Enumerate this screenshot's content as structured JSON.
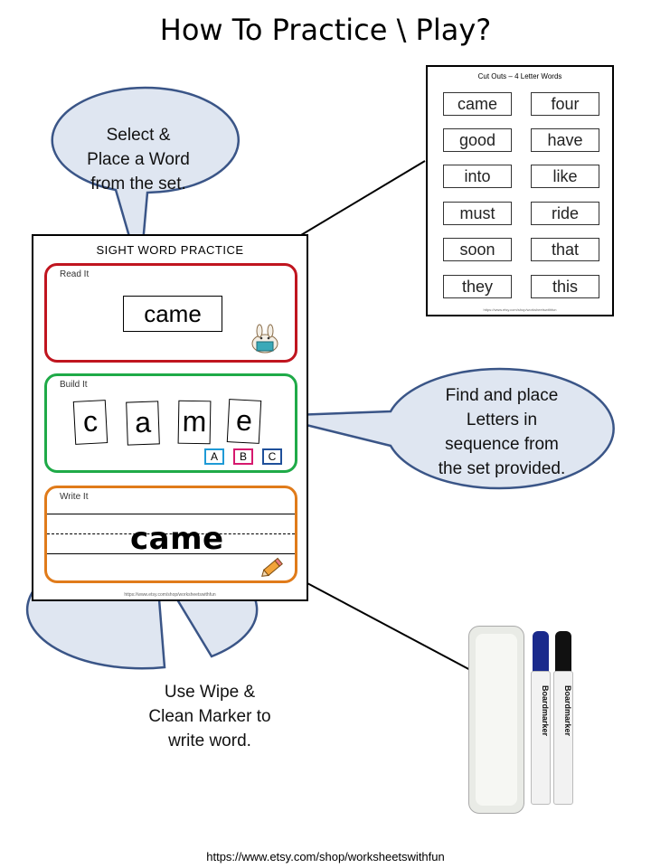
{
  "title": "How To Practice \\ Play?",
  "footer_url": "https://www.etsy.com/shop/worksheetswithfun",
  "cutout_sheet": {
    "title": "Cut Outs – 4 Letter Words",
    "words": [
      "came",
      "four",
      "good",
      "have",
      "into",
      "like",
      "must",
      "ride",
      "soon",
      "that",
      "they",
      "this"
    ],
    "url": "https://www.etsy.com/shop/worksheetswithfun"
  },
  "worksheet": {
    "title": "SIGHT WORD PRACTICE",
    "read": {
      "label": "Read It",
      "word": "came"
    },
    "build": {
      "label": "Build It",
      "letters": [
        "c",
        "a",
        "m",
        "e"
      ],
      "abc": [
        {
          "text": "A",
          "color": "#1f9ad6"
        },
        {
          "text": "B",
          "color": "#d6196e"
        },
        {
          "text": "C",
          "color": "#1f4f9a"
        }
      ]
    },
    "write": {
      "label": "Write It",
      "word": "came"
    },
    "url": "https://www.etsy.com/shop/worksheetswithfun"
  },
  "bubbles": {
    "select": [
      "Select &",
      "Place a Word",
      "from the set."
    ],
    "find": [
      "Find and place",
      "Letters in",
      "sequence from",
      "the set provided."
    ],
    "wipe": [
      "Use Wipe &",
      "Clean Marker to",
      "write word."
    ]
  },
  "markers": {
    "brand": "Boardmarker",
    "colors": [
      "#1a2a8c",
      "#111111"
    ]
  },
  "colors": {
    "bubble_fill": "#dfe6f1",
    "bubble_stroke": "#3a5587",
    "read": "#c0151f",
    "build": "#1faa48",
    "write": "#e07b1a"
  }
}
